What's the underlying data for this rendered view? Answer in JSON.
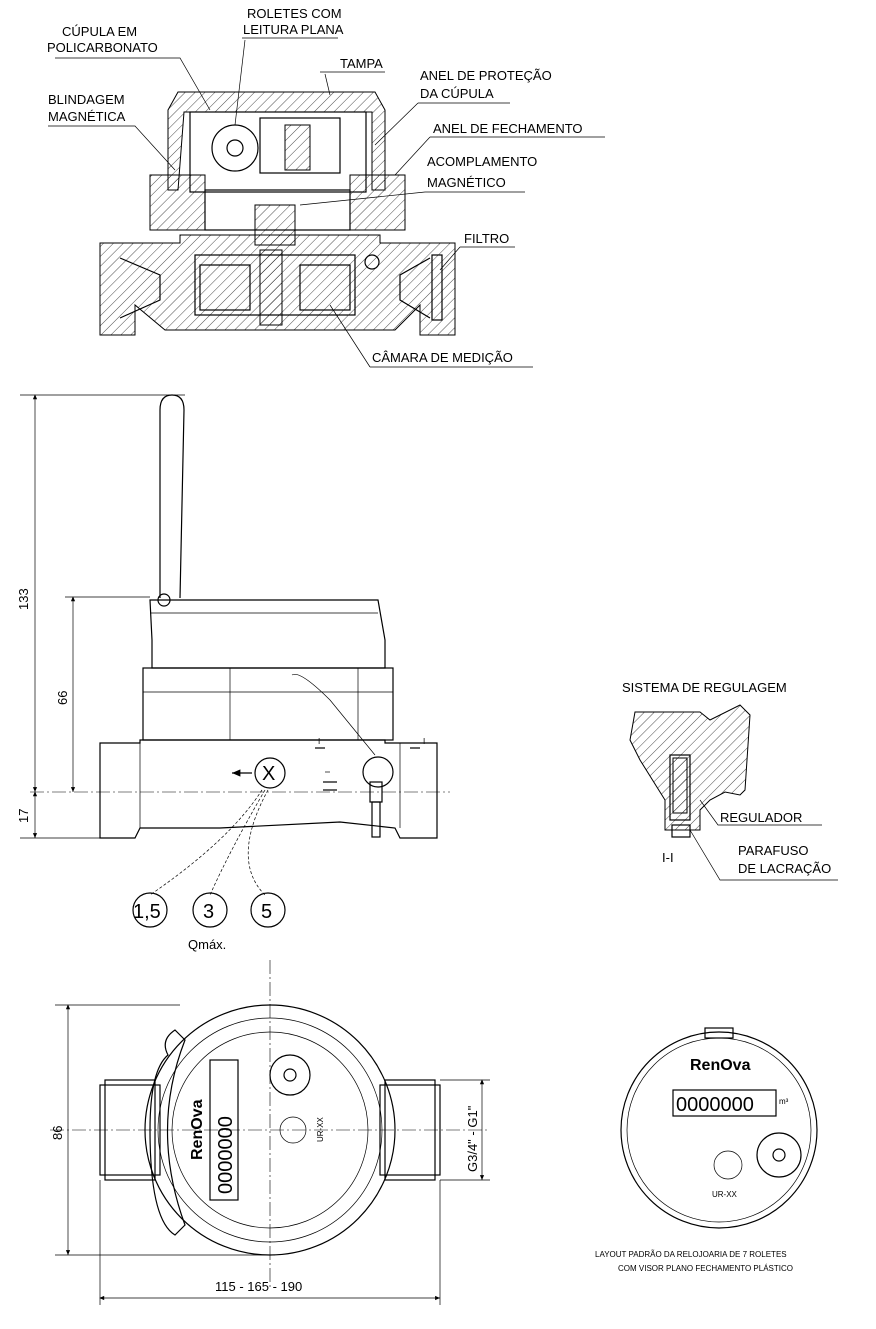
{
  "labels": {
    "cupula": [
      "CÚPULA EM",
      "POLICARBONATO"
    ],
    "roletes": [
      "ROLETES COM",
      "LEITURA PLANA"
    ],
    "tampa": "TAMPA",
    "anel_protecao": [
      "ANEL DE PROTEÇÃO",
      "DA CÚPULA"
    ],
    "blindagem": [
      "BLINDAGEM",
      "MAGNÉTICA"
    ],
    "anel_fechamento": "ANEL DE FECHAMENTO",
    "acoplamento": [
      "ACOMPLAMENTO",
      "MAGNÉTICO"
    ],
    "filtro": "FILTRO",
    "camara": "CÂMARA DE MEDIÇÃO"
  },
  "dimensions": {
    "height_total": "133",
    "height_body": "66",
    "height_base": "17",
    "width_86": "86",
    "length": "115 - 165 - 190",
    "thread": "G3/4\" - G1\""
  },
  "flow": {
    "values": [
      "1,5",
      "3",
      "5"
    ],
    "label": "Qmáx.",
    "symbol": "X"
  },
  "section_marks": {
    "i_left": "I",
    "i_right": "I"
  },
  "regulation": {
    "title": "SISTEMA DE REGULAGEM",
    "regulador": "REGULADOR",
    "parafuso": [
      "PARAFUSO",
      "DE LACRAÇÃO"
    ],
    "section": "I-I"
  },
  "dial": {
    "brand": "RenOva",
    "digits": "0000000",
    "unit": "m³",
    "model": "UR-XX",
    "caption": [
      "LAYOUT PADRÃO DA RELOJOARIA DE 7 ROLETES",
      "COM VISOR PLANO FECHAMENTO PLÁSTICO"
    ]
  }
}
